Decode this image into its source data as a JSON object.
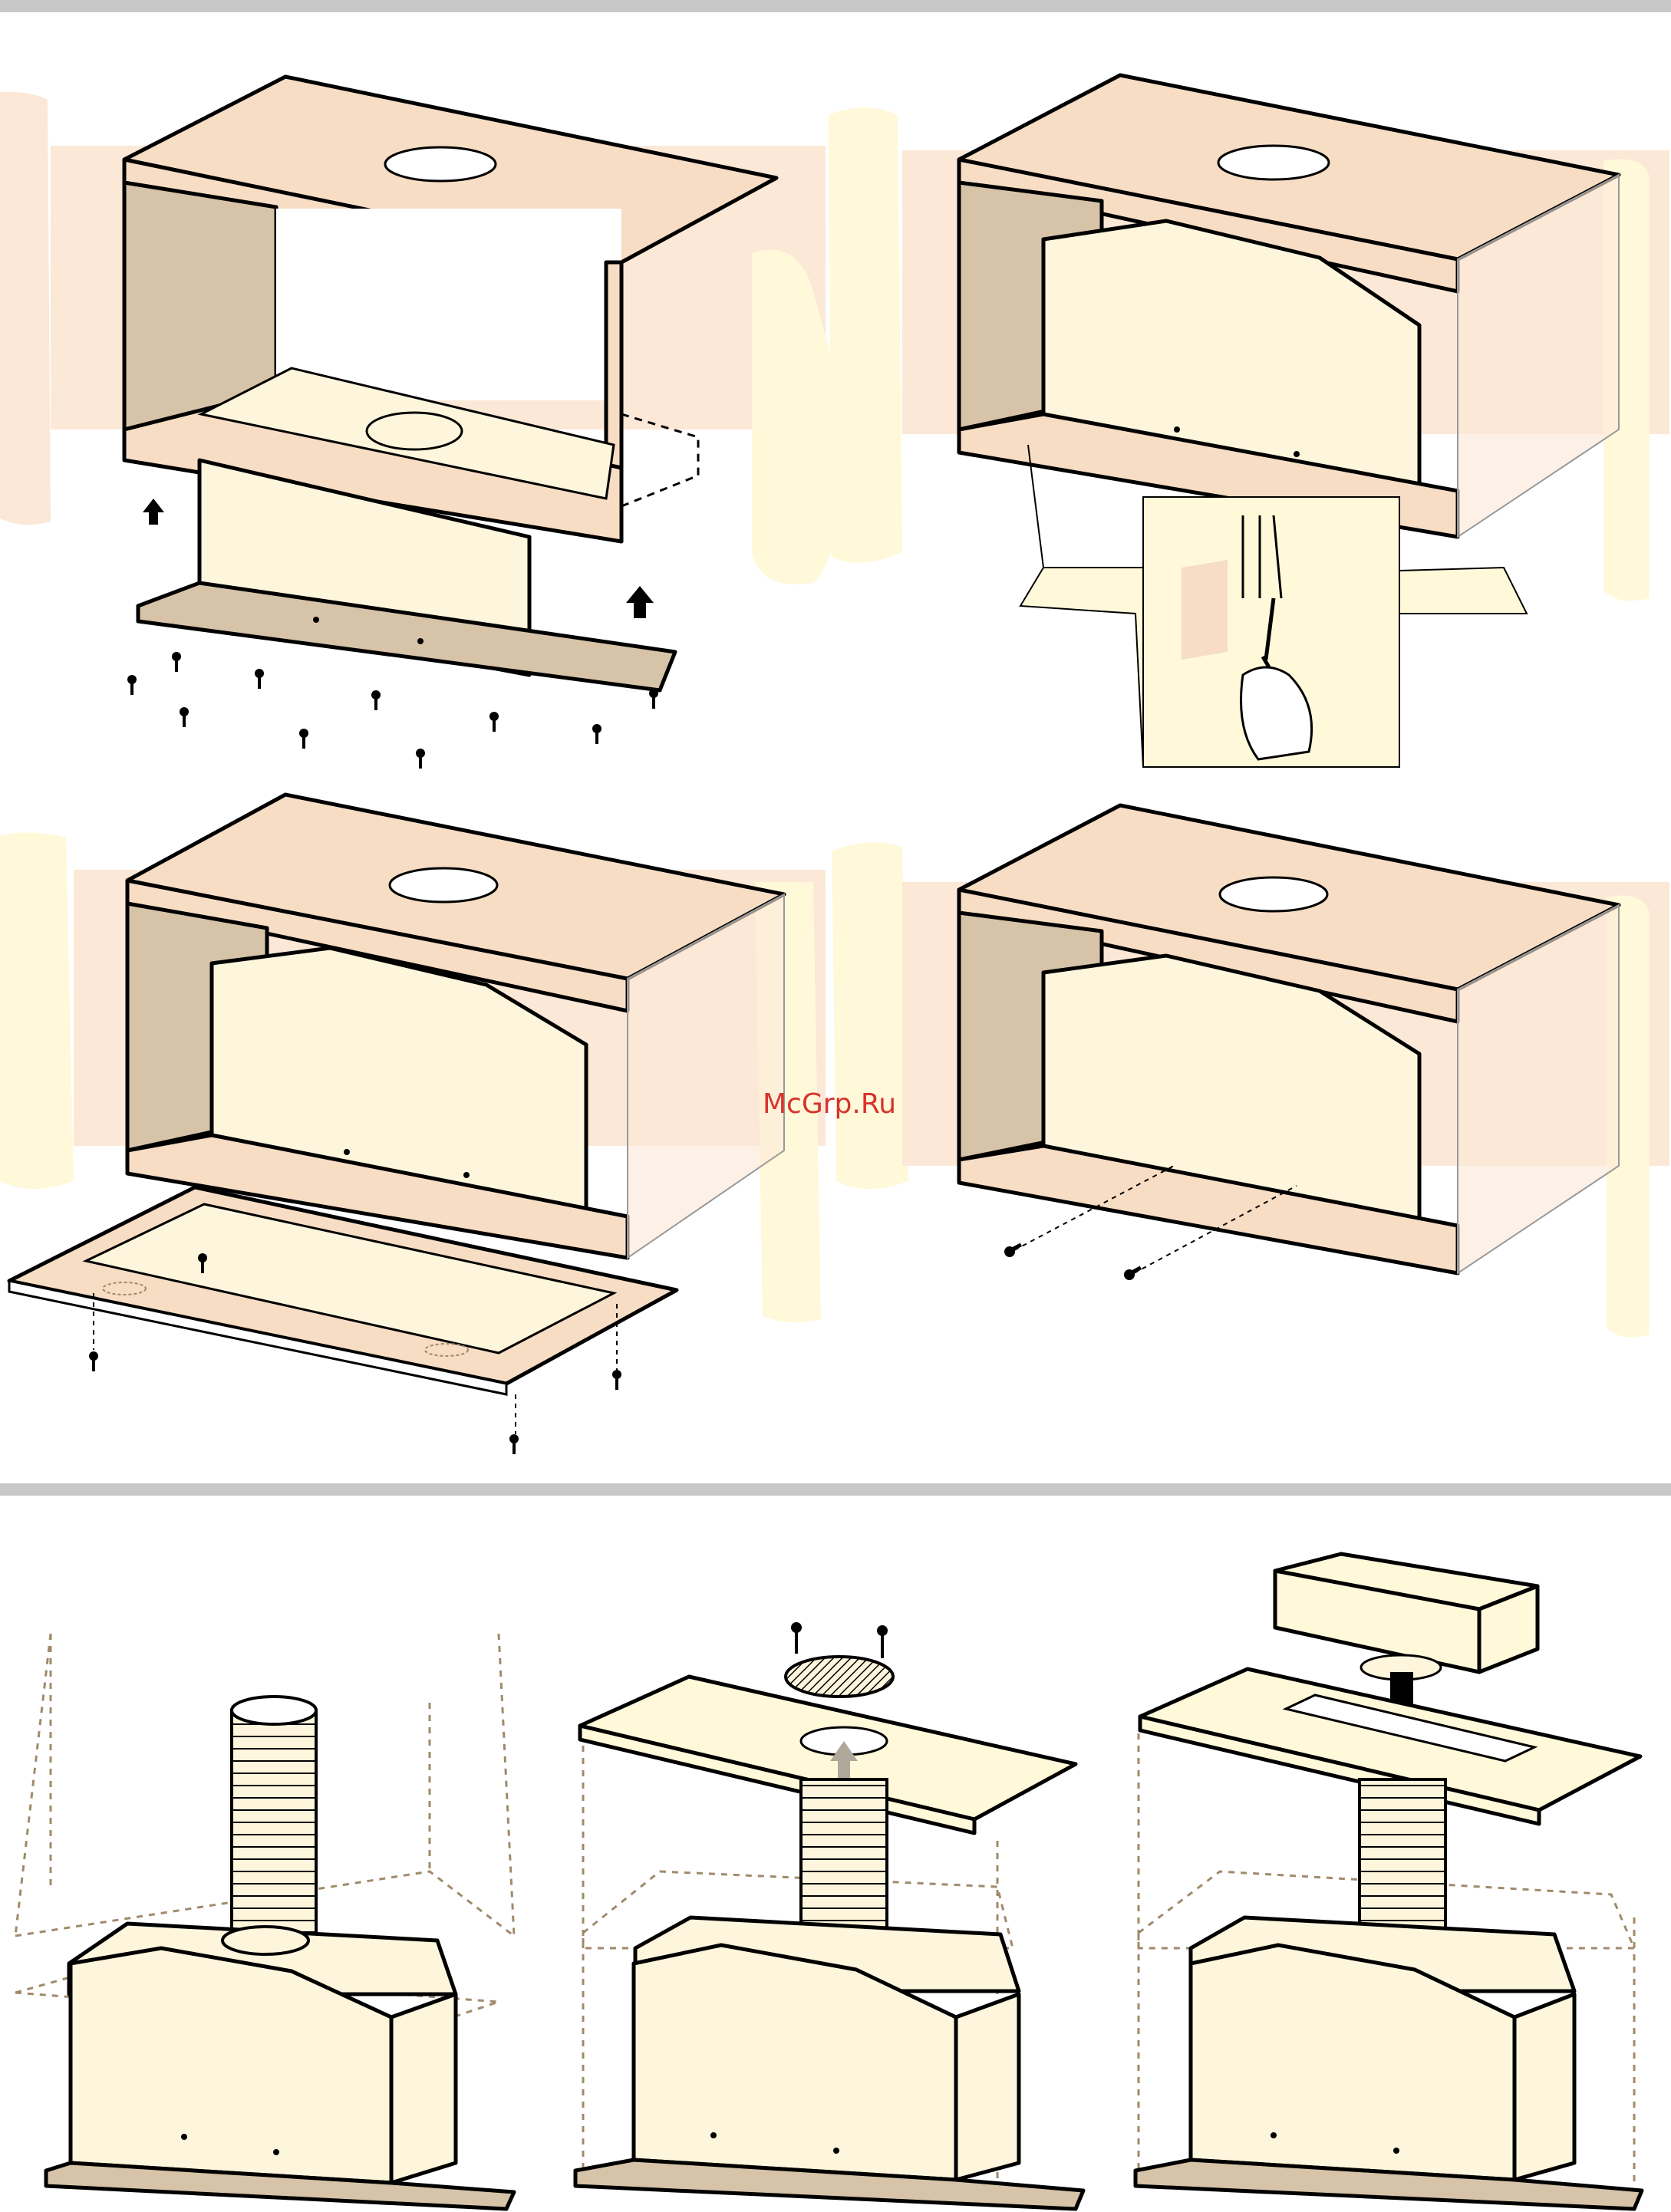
{
  "watermark": {
    "text": "McGrp.Ru"
  },
  "colors": {
    "wall": "#fce8d7",
    "cabinet": "#f7ddc4",
    "cabinet_side": "#d6c3a8",
    "unit": "#fdf6dc",
    "highlight": "#fff9d9",
    "divider": "#c8c8c8",
    "outline": "#000000",
    "guide_line": "#a08a6a",
    "arrow": "#000000",
    "arrow_light": "#b0a89a"
  },
  "figures": [
    {
      "name": "step-remove-unit",
      "icon": "hood-with-screws-and-up-arrows"
    },
    {
      "name": "step-tighten-screws-detail",
      "icon": "hand-with-screwdriver"
    },
    {
      "name": "step-attach-frame-panel",
      "icon": "panel-with-screws"
    },
    {
      "name": "step-front-screws",
      "icon": "two-screws"
    },
    {
      "name": "step-duct-connection",
      "icon": "flexible-duct-down-arrow"
    },
    {
      "name": "step-outlet-grille",
      "icon": "round-grille-with-screws"
    },
    {
      "name": "step-vent-grille",
      "icon": "rectangular-grille-down-arrow"
    }
  ]
}
